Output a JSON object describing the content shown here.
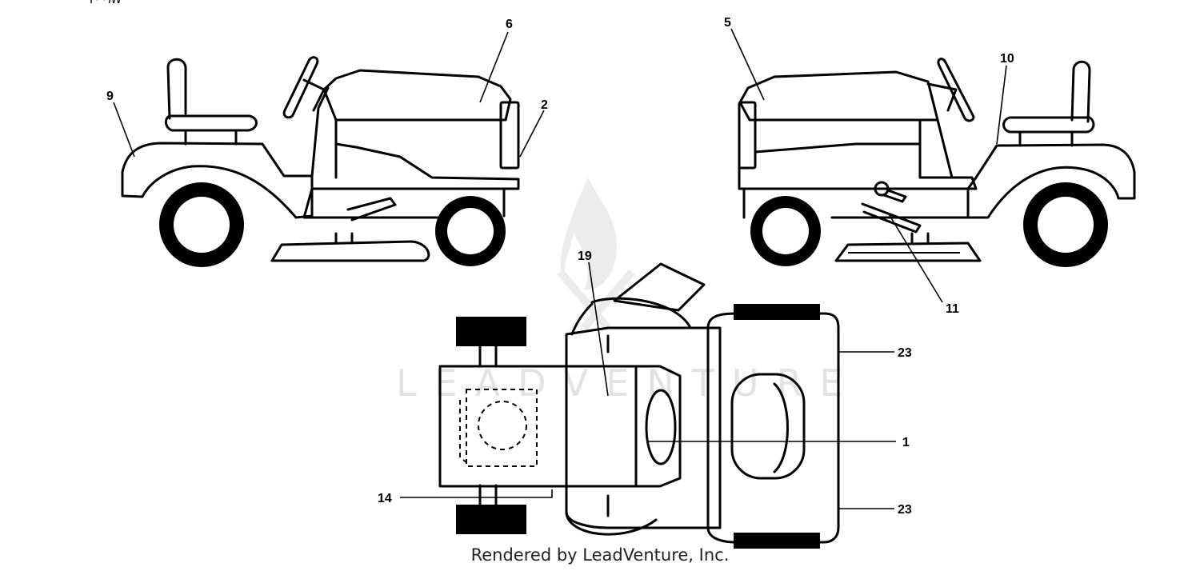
{
  "corner_fragment": "ꟻ ꟷ ꟿ",
  "watermark": {
    "text": "LEADVENTURE",
    "icon": "flame-logo-icon"
  },
  "callouts": {
    "c1": "1",
    "c2": "2",
    "c5": "5",
    "c6": "6",
    "c9": "9",
    "c10": "10",
    "c11": "11",
    "c14": "14",
    "c19": "19",
    "c23a": "23",
    "c23b": "23"
  },
  "footer": "Rendered by LeadVenture, Inc."
}
